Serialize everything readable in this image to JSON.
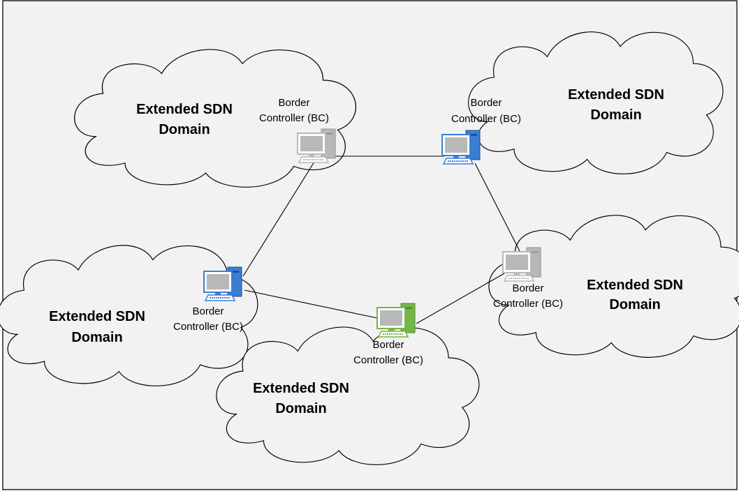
{
  "colors": {
    "background": "#f2f2f2",
    "border": "#000000",
    "bc_gray": "#b8b8b8",
    "bc_blue": "#3a7ed4",
    "bc_green": "#74b746"
  },
  "domains": [
    {
      "line1": "Extended SDN",
      "line2": "Domain"
    },
    {
      "line1": "Extended SDN",
      "line2": "Domain"
    },
    {
      "line1": "Extended SDN",
      "line2": "Domain"
    },
    {
      "line1": "Extended SDN",
      "line2": "Domain"
    },
    {
      "line1": "Extended SDN",
      "line2": "Domain"
    }
  ],
  "controllers": [
    {
      "line1": "Border",
      "line2": "Controller (BC)",
      "icon": "computer-icon",
      "color": "gray"
    },
    {
      "line1": "Border",
      "line2": "Controller (BC)",
      "icon": "computer-icon",
      "color": "blue"
    },
    {
      "line1": "Border",
      "line2": "Controller (BC)",
      "icon": "computer-icon",
      "color": "gray"
    },
    {
      "line1": "Border",
      "line2": "Controller (BC)",
      "icon": "computer-icon",
      "color": "green"
    },
    {
      "line1": "Border",
      "line2": "Controller (BC)",
      "icon": "computer-icon",
      "color": "blue"
    }
  ],
  "links": [
    {
      "from": 0,
      "to": 1
    },
    {
      "from": 1,
      "to": 2
    },
    {
      "from": 2,
      "to": 3
    },
    {
      "from": 3,
      "to": 4
    },
    {
      "from": 4,
      "to": 0
    }
  ]
}
